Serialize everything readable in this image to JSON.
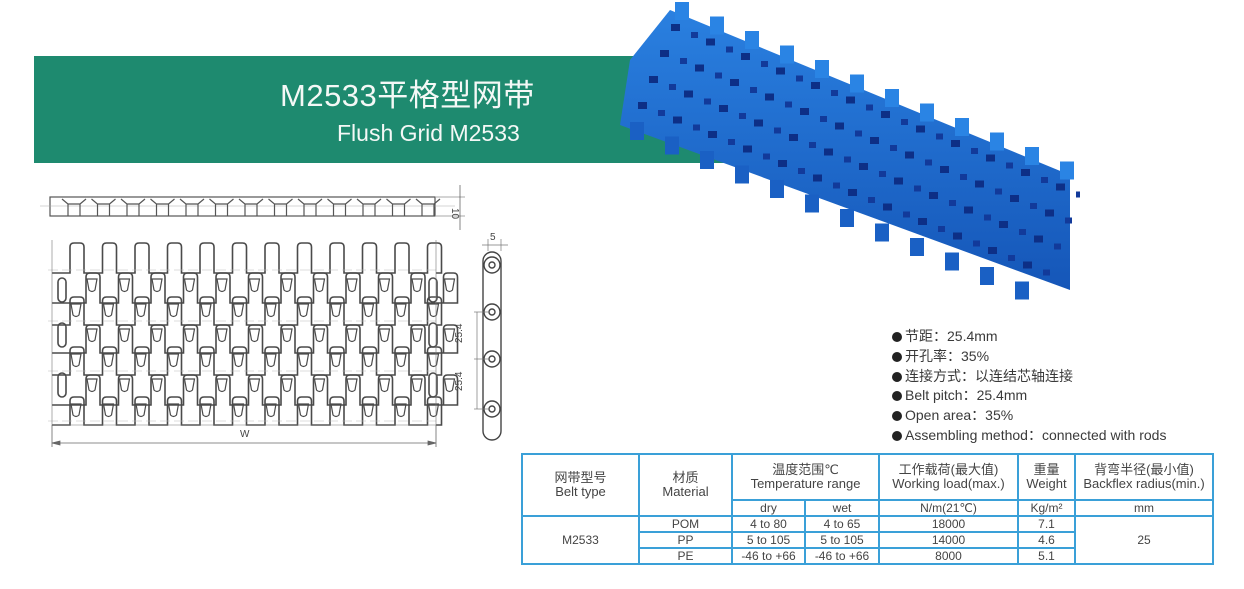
{
  "header": {
    "title_cn": "M2533平格型网带",
    "title_en": "Flush Grid M2533",
    "band_color": "#1e8a6f"
  },
  "product_image": {
    "icon": "blue-modular-belt-icon",
    "color": "#1f6fd0"
  },
  "drawing": {
    "thickness_dim": "10",
    "side_width_dim": "5",
    "pitch_dim_1": "25.4",
    "pitch_dim_2": "25.4",
    "width_label": "W"
  },
  "specs": [
    "节距：25.4mm",
    "开孔率：35%",
    "连接方式：以连结芯轴连接",
    "Belt pitch：25.4mm",
    "Open area：35%",
    "Assembling method：connected with rods"
  ],
  "table": {
    "headers": {
      "belt_type_cn": "网带型号",
      "belt_type_en": "Belt type",
      "material_cn": "材质",
      "material_en": "Material",
      "temp_cn": "温度范围℃",
      "temp_en": "Temperature range",
      "load_cn": "工作载荷(最大值)",
      "load_en": "Working load(max.)",
      "weight_cn": "重量",
      "weight_en": "Weight",
      "backflex_cn": "背弯半径(最小值)",
      "backflex_en": "Backflex radius(min.)"
    },
    "units": {
      "dry": "dry",
      "wet": "wet",
      "load": "N/m(21℃)",
      "weight": "Kg/m²",
      "backflex": "mm"
    },
    "belt_type": "M2533",
    "backflex_value": "25",
    "rows": [
      {
        "material": "POM",
        "dry": "4 to 80",
        "wet": "4 to 65",
        "load": "18000",
        "weight": "7.1"
      },
      {
        "material": "PP",
        "dry": "5 to 105",
        "wet": "5 to 105",
        "load": "14000",
        "weight": "4.6"
      },
      {
        "material": "PE",
        "dry": "-46 to +66",
        "wet": "-46 to +66",
        "load": "8000",
        "weight": "5.1"
      }
    ],
    "border_color": "#3aa0d8"
  }
}
